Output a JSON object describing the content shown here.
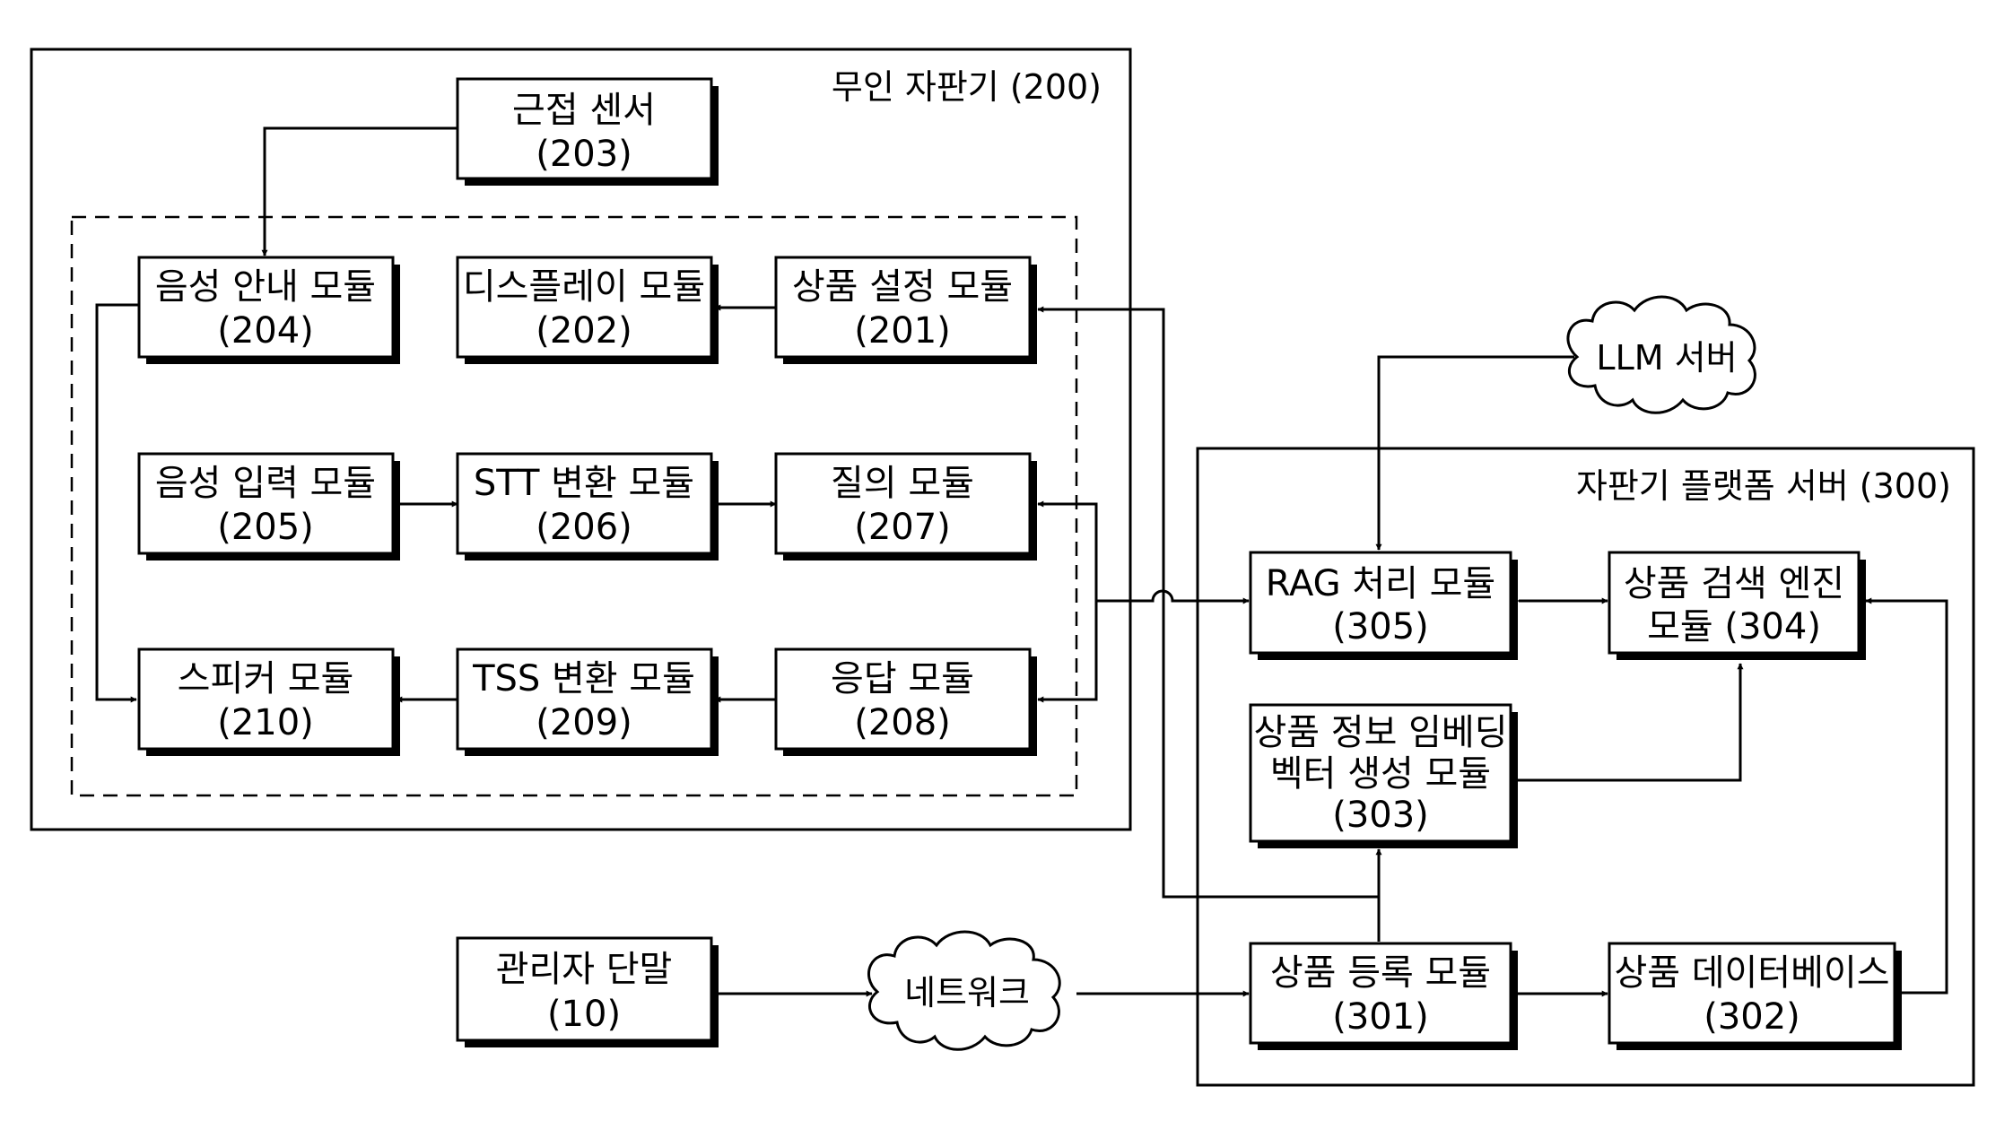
{
  "containers": {
    "kiosk": {
      "title": "무인 자판기 (200)"
    },
    "platform": {
      "title": "자판기 플랫폼 서버 (300)"
    }
  },
  "boxes": {
    "b203": {
      "lines": [
        "근접 센서",
        "(203)"
      ]
    },
    "b204": {
      "lines": [
        "음성 안내 모듈",
        "(204)"
      ]
    },
    "b202": {
      "lines": [
        "디스플레이 모듈",
        "(202)"
      ]
    },
    "b201": {
      "lines": [
        "상품 설정 모듈",
        "(201)"
      ]
    },
    "b205": {
      "lines": [
        "음성 입력 모듈",
        "(205)"
      ]
    },
    "b206": {
      "lines": [
        "STT 변환 모듈",
        "(206)"
      ]
    },
    "b207": {
      "lines": [
        "질의 모듈",
        "(207)"
      ]
    },
    "b210": {
      "lines": [
        "스피커 모듈",
        "(210)"
      ]
    },
    "b209": {
      "lines": [
        "TSS 변환 모듈",
        "(209)"
      ]
    },
    "b208": {
      "lines": [
        "응답 모듈",
        "(208)"
      ]
    },
    "b305": {
      "lines": [
        "RAG 처리 모듈",
        "(305)"
      ]
    },
    "b304": {
      "lines": [
        "상품 검색 엔진",
        "모듈 (304)"
      ]
    },
    "b303": {
      "lines": [
        "상품 정보 임베딩",
        "벡터 생성 모듈",
        "(303)"
      ]
    },
    "b301": {
      "lines": [
        "상품 등록 모듈",
        "(301)"
      ]
    },
    "b302": {
      "lines": [
        "상품 데이터베이스",
        "(302)"
      ]
    },
    "b10": {
      "lines": [
        "관리자 단말",
        "(10)"
      ]
    }
  },
  "clouds": {
    "llm": {
      "label": "LLM 서버"
    },
    "network": {
      "label": "네트워크"
    }
  }
}
